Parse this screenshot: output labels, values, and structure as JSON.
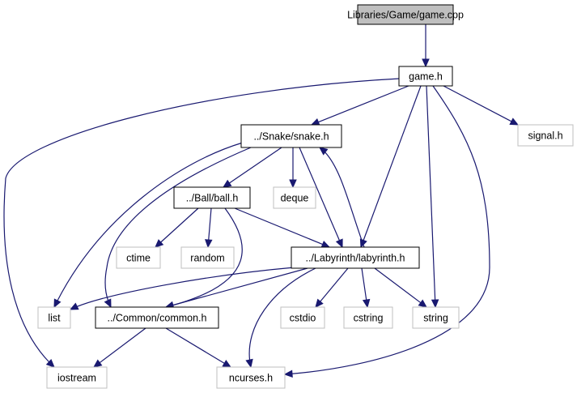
{
  "graph": {
    "nodes": {
      "game_cpp": "Libraries/Game/game.cpp",
      "game_h": "game.h",
      "snake_h": "../Snake/snake.h",
      "signal_h": "signal.h",
      "ball_h": "../Ball/ball.h",
      "deque": "deque",
      "ctime": "ctime",
      "random": "random",
      "labyrinth_h": "../Labyrinth/labyrinth.h",
      "list": "list",
      "common_h": "../Common/common.h",
      "cstdio": "cstdio",
      "cstring": "cstring",
      "string": "string",
      "iostream": "iostream",
      "ncurses_h": "ncurses.h"
    },
    "colors": {
      "edge": "#191970",
      "highlight_fill": "#bfbfbf",
      "project_border": "#000000",
      "system_border": "#bfbfbf"
    }
  }
}
